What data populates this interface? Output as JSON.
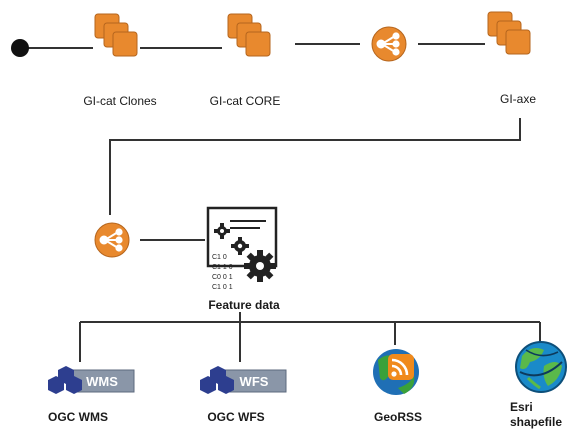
{
  "nodes": {
    "gi_cat_clones": {
      "label": "GI-cat Clones"
    },
    "gi_cat_core": {
      "label": "GI-cat CORE"
    },
    "gi_axe": {
      "label": "GI-axe"
    },
    "feature_data": {
      "label": "Feature data",
      "code_lines": [
        "C1 0",
        "C1 1 0",
        "C0 0 1",
        "C1 0 1"
      ]
    },
    "ogc_wms": {
      "label": "OGC WMS",
      "badge": "WMS"
    },
    "ogc_wfs": {
      "label": "OGC WFS",
      "badge": "WFS"
    },
    "georss": {
      "label": "GeoRSS"
    },
    "esri": {
      "label": "Esri\nshapefile"
    }
  },
  "colors": {
    "orange": "#e8892e",
    "orange_dark": "#b5651d",
    "line": "#333333",
    "badge_blue": "#2d3e8f",
    "badge_grey": "#8a96a8"
  },
  "icons": {
    "clones": "server-stack-icon",
    "core": "server-stack-icon",
    "balancer": "load-balancer-icon",
    "axe": "server-stack-icon",
    "balancer2": "load-balancer-icon",
    "feature": "document-gears-icon",
    "wms": "ogc-wms-logo-icon",
    "wfs": "ogc-wfs-logo-icon",
    "georss": "georss-globe-icon",
    "esri": "esri-globe-icon"
  }
}
